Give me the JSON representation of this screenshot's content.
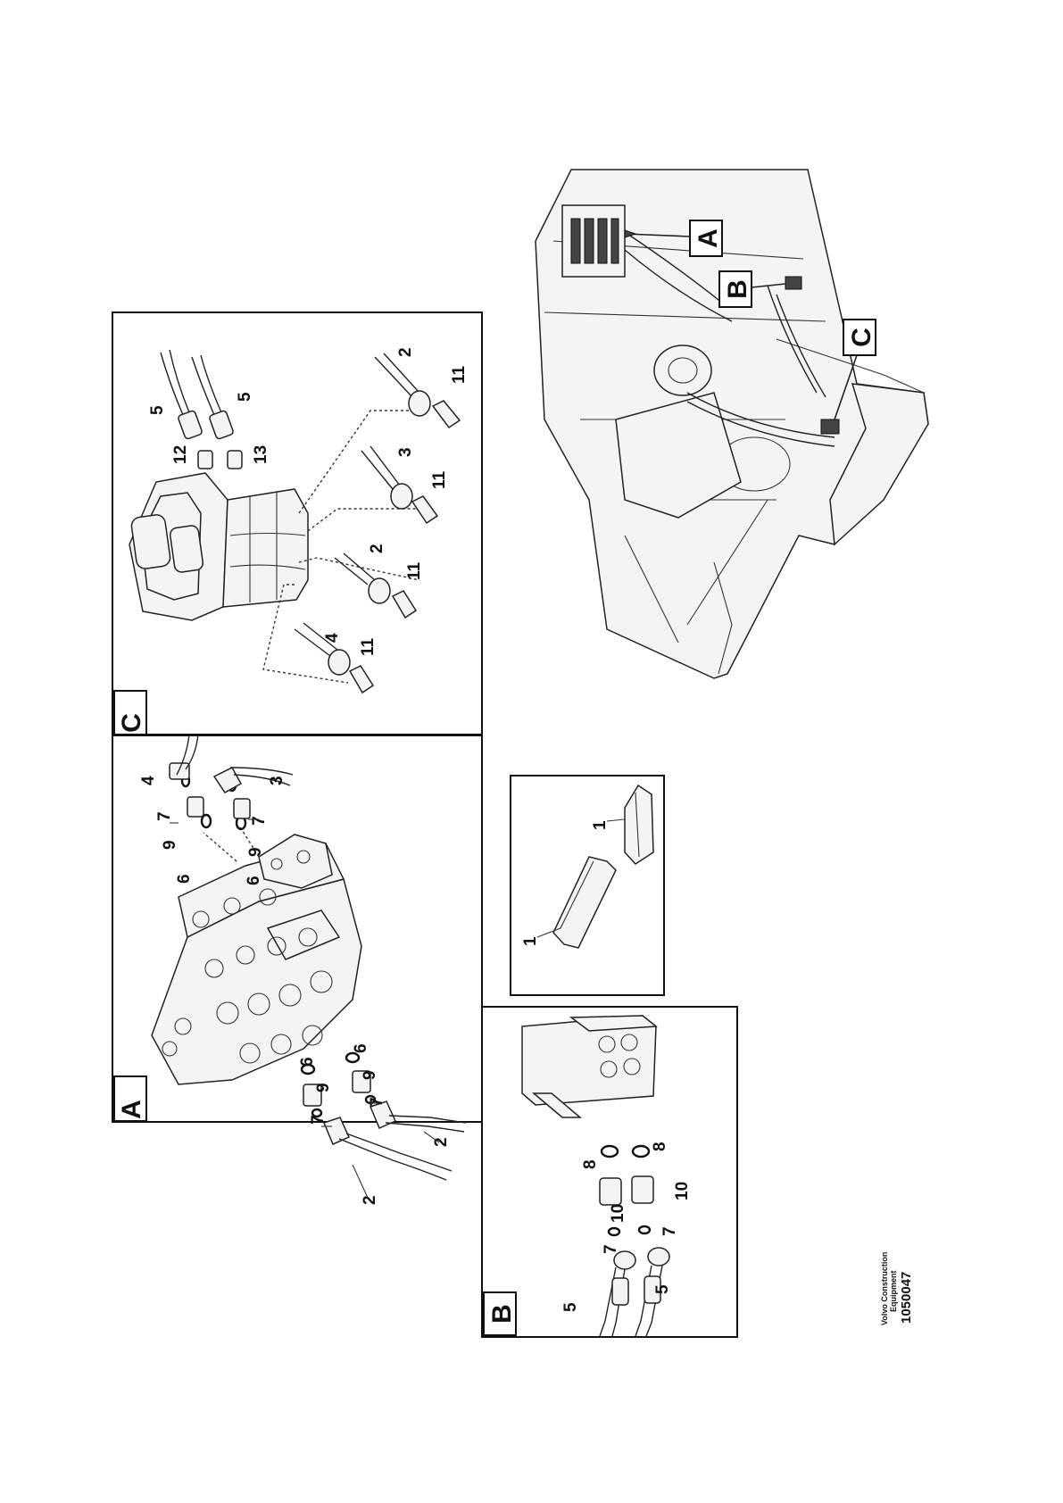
{
  "sections": {
    "A": "A",
    "B": "B",
    "C": "C"
  },
  "overview_callouts": [
    "A",
    "B",
    "C"
  ],
  "panel_A_labels": [
    "2",
    "2",
    "7",
    "9",
    "6",
    "7",
    "9",
    "6",
    "4",
    "7",
    "9",
    "6",
    "3",
    "7",
    "9",
    "6"
  ],
  "panel_B_labels": [
    "5",
    "5",
    "7",
    "7",
    "10",
    "10",
    "8",
    "8"
  ],
  "panel_C_labels": [
    "4",
    "11",
    "2",
    "11",
    "3",
    "11",
    "2",
    "11",
    "5",
    "5",
    "12",
    "13"
  ],
  "panel_clip_labels": [
    "1",
    "1"
  ],
  "footer": {
    "company_line1": "Volvo Construction",
    "company_line2": "Equipment",
    "figure_number": "1050047"
  }
}
